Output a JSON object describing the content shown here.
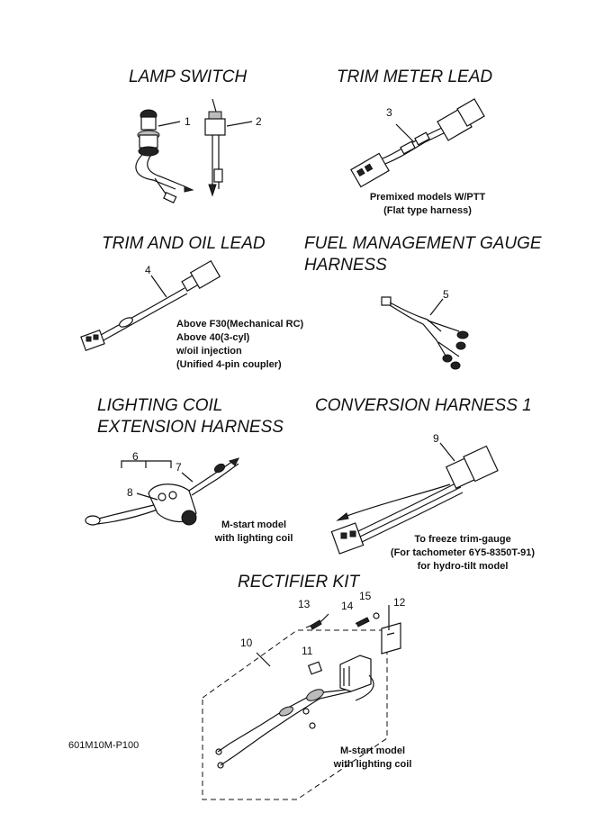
{
  "sections": {
    "lamp_switch": {
      "title": "LAMP SWITCH",
      "callouts": [
        "1",
        "2"
      ]
    },
    "trim_meter_lead": {
      "title": "TRIM METER LEAD",
      "callouts": [
        "3"
      ],
      "note": [
        "Premixed models W/PTT",
        "(Flat type harness)"
      ]
    },
    "trim_oil_lead": {
      "title": "TRIM AND OIL LEAD",
      "callouts": [
        "4"
      ],
      "note": [
        "Above F30(Mechanical RC)",
        "Above 40(3-cyl)",
        "w/oil injection",
        "(Unified 4-pin coupler)"
      ]
    },
    "fuel_gauge_harness": {
      "title_lines": [
        "FUEL MANAGEMENT GAUGE",
        "HARNESS"
      ],
      "callouts": [
        "5"
      ]
    },
    "lighting_coil": {
      "title_lines": [
        "LIGHTING COIL",
        "EXTENSION HARNESS"
      ],
      "callouts": [
        "6",
        "7",
        "8"
      ],
      "note": [
        "M-start model",
        "with lighting coil"
      ]
    },
    "conversion_harness": {
      "title": "CONVERSION HARNESS 1",
      "callouts": [
        "9"
      ],
      "note": [
        "To freeze trim-gauge",
        "(For tachometer 6Y5-8350T-91)",
        "for hydro-tilt model"
      ]
    },
    "rectifier_kit": {
      "title": "RECTIFIER KIT",
      "callouts": [
        "10",
        "11",
        "12",
        "13",
        "14",
        "15"
      ],
      "note": [
        "M-start model",
        "with lighting coil"
      ]
    }
  },
  "page_code": "601M10M-P100"
}
